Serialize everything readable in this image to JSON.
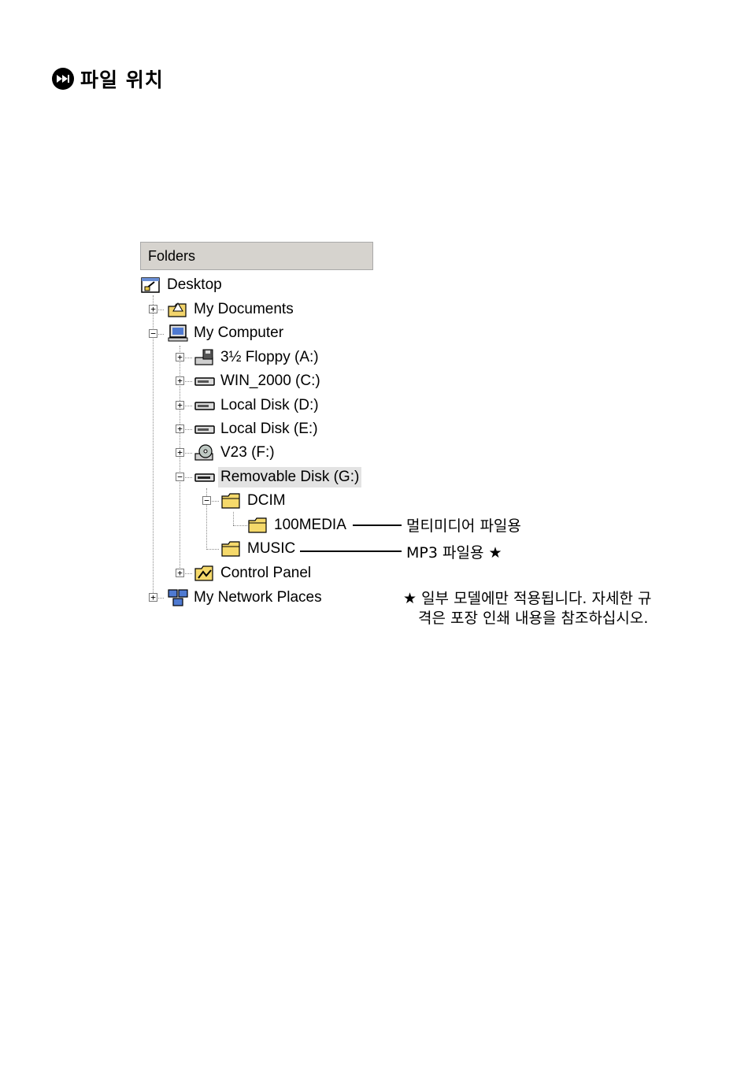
{
  "heading": {
    "icon": "arrow-circle-icon",
    "title": "파일 위치"
  },
  "folders": {
    "header": "Folders",
    "items": {
      "desktop": "Desktop",
      "my_documents": "My Documents",
      "my_computer": "My Computer",
      "floppy": "3½ Floppy (A:)",
      "win2000": "WIN_2000 (C:)",
      "local_d": "Local Disk (D:)",
      "local_e": "Local Disk (E:)",
      "v23": "V23 (F:)",
      "removable": "Removable Disk (G:)",
      "dcim": "DCIM",
      "media": "100MEDIA",
      "music": "MUSIC",
      "control_panel": "Control Panel",
      "network": "My Network Places"
    },
    "expand_symbol": "+",
    "collapse_symbol": "−"
  },
  "annotations": {
    "media": "멀티미디어 파일용",
    "music": "MP3 파일용 ★"
  },
  "note": {
    "line1": "★ 일부 모델에만 적용됩니다. 자세한 규",
    "line2": "격은 포장 인쇄 내용을 참조하십시오."
  }
}
